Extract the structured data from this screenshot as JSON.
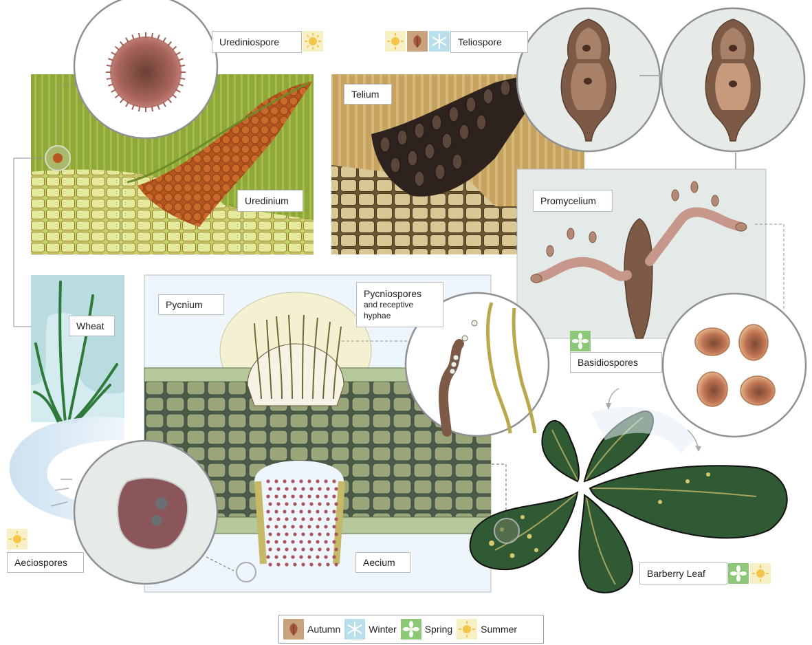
{
  "labels": {
    "urediniospore": "Urediniospore",
    "teliospore": "Teliospore",
    "telium": "Telium",
    "uredinium": "Uredinium",
    "promycelium": "Promycelium",
    "wheat": "Wheat",
    "pycnium": "Pycnium",
    "pycniospores_line1": "Pycniospores",
    "pycniospores_line2": "and receptive",
    "pycniospores_line3": "hyphae",
    "basidiospores": "Basidiospores",
    "aeciospores": "Aeciospores",
    "aecium": "Aecium",
    "barberry_leaf": "Barberry Leaf"
  },
  "legend": {
    "autumn": "Autumn",
    "winter": "Winter",
    "spring": "Spring",
    "summer": "Summer"
  },
  "seasons": {
    "urediniospore": [
      "summer-icon"
    ],
    "teliospore": [
      "summer-icon",
      "autumn-icon",
      "winter-icon"
    ],
    "basidiospores": [
      "spring-icon"
    ],
    "aeciospores": [
      "summer-icon"
    ],
    "barberry_leaf": [
      "spring-icon",
      "summer-icon"
    ]
  },
  "colors": {
    "autumn": "#c9a27e",
    "winter": "#b9e0ea",
    "spring": "#8cc878",
    "summer": "#f7f0c4",
    "leaf_green": "#2f5a33",
    "wheat_tissue": "#8aa63c",
    "telium_tissue": "#c9a86a",
    "panel_blue": "#eef5fb"
  }
}
